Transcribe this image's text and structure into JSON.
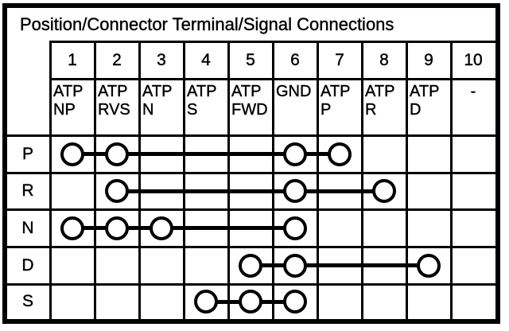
{
  "title": "Position/Connector Terminal/Signal Connections",
  "colors": {
    "ink": "#000000",
    "paper": "#ffffff"
  },
  "header": {
    "terminals": [
      "1",
      "2",
      "3",
      "4",
      "5",
      "6",
      "7",
      "8",
      "9",
      "10"
    ],
    "signals": [
      "ATP\nNP",
      "ATP\nRVS",
      "ATP\nN",
      "ATP\nS",
      "ATP\nFWD",
      "GND",
      "ATP\nP",
      "ATP\nR",
      "ATP\nD",
      "-"
    ]
  },
  "positions": [
    {
      "label": "P",
      "connected": [
        1,
        2,
        6,
        7
      ]
    },
    {
      "label": "R",
      "connected": [
        2,
        6,
        8
      ]
    },
    {
      "label": "N",
      "connected": [
        1,
        2,
        3,
        6
      ]
    },
    {
      "label": "D",
      "connected": [
        5,
        6,
        9
      ]
    },
    {
      "label": "S",
      "connected": [
        4,
        5,
        6
      ]
    }
  ],
  "chart_data": {
    "type": "table",
    "title": "Position/Connector Terminal/Signal Connections",
    "columns": [
      "1",
      "2",
      "3",
      "4",
      "5",
      "6",
      "7",
      "8",
      "9",
      "10"
    ],
    "column_signals": [
      "ATP NP",
      "ATP RVS",
      "ATP N",
      "ATP S",
      "ATP FWD",
      "GND",
      "ATP P",
      "ATP R",
      "ATP D",
      "-"
    ],
    "rows": [
      {
        "position": "P",
        "connected_terminals": [
          1,
          2,
          6,
          7
        ]
      },
      {
        "position": "R",
        "connected_terminals": [
          2,
          6,
          8
        ]
      },
      {
        "position": "N",
        "connected_terminals": [
          1,
          2,
          3,
          6
        ]
      },
      {
        "position": "D",
        "connected_terminals": [
          5,
          6,
          9
        ]
      },
      {
        "position": "S",
        "connected_terminals": [
          4,
          5,
          6
        ]
      }
    ]
  }
}
